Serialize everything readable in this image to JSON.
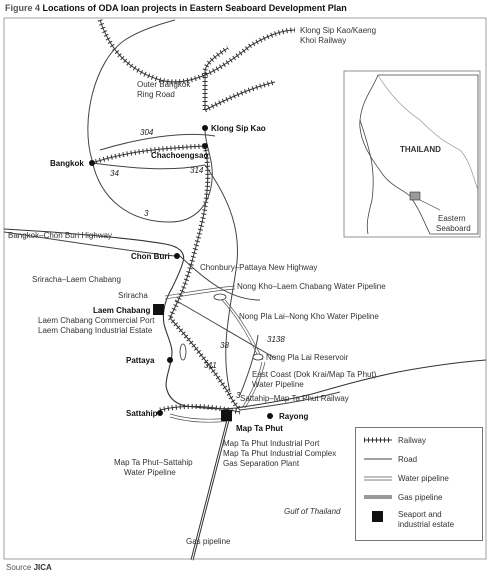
{
  "figure": {
    "number": "Figure 4",
    "title": "Locations of ODA loan projects in Eastern Seaboard Development Plan"
  },
  "source": {
    "prefix": "Source",
    "name": "JICA"
  },
  "labels": {
    "klong_railway": "Klong Sip Kao/Kaeng\nKhoi Railway",
    "outer_ring": "Outer Bangkok\nRing Road",
    "klong_sip_kao": "Klong Sip Kao",
    "bangkok": "Bangkok",
    "chachoengsao": "Chachoengsao",
    "bangkok_chonburi_hwy": "Bangkok–Chon Buri Highway",
    "chon_buri": "Chon Buri",
    "chonbury_pattaya_hwy": "Chonbury–Pattaya New Highway",
    "sriracha_laem": "Sriracha–Laem Chabang",
    "nong_kho_pipeline": "Nong Kho–Laem Chabang Water Pipeline",
    "sriracha": "Sriracha",
    "laem_chabang": "Laem Chabang",
    "laem_chabang_port": "Laem Chabang Commercial Port\nLaem Chabang Industrial Estate",
    "nong_pla_lai_pipeline": "Nong Pla Lai–Nong Kho Water Pipeline",
    "pattaya": "Pattaya",
    "nong_pla_lai_res": "Nong Pla Lai Reservoir",
    "east_coast_pipeline": "East Coast (Dok Krai/Map Ta Phut)\nWater Pipeline",
    "sattahip_railway": "Sattahip–Map Ta Phut Railway",
    "sattahip": "Sattahip",
    "rayong": "Rayong",
    "map_ta_phut": "Map Ta Phut",
    "map_ta_phut_port": "Map Ta Phut Industrial Port\nMap Ta Phut Industrial Complex\nGas Separation Plant",
    "map_ta_phut_sattahip_pipeline": "Map Ta Phut–Sattahip\nWater Pipeline",
    "gulf": "Gulf of Thailand",
    "gas_pipeline": "Gas pipeline"
  },
  "routes": [
    "304",
    "34",
    "314",
    "3",
    "3138",
    "38",
    "311",
    "3"
  ],
  "inset": {
    "country": "THAILAND",
    "region": "Eastern\nSeaboard"
  },
  "legend": {
    "railway": "Railway",
    "road": "Road",
    "water_pipeline": "Water pipeline",
    "gas_pipeline": "Gas pipeline",
    "seaport": "Seaport and\nindustrial estate"
  }
}
